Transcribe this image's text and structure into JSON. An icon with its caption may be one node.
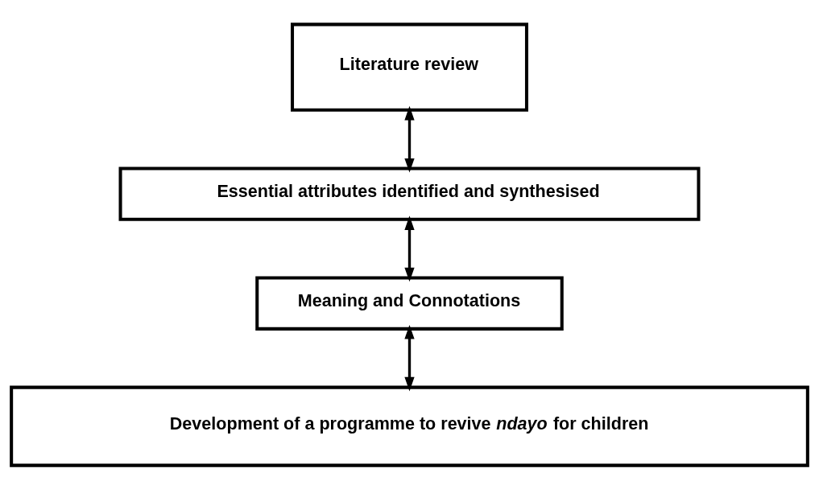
{
  "diagram": {
    "nodes": [
      {
        "text": [
          "Literature review"
        ]
      },
      {
        "text": [
          "Essential attributes identified and synthesised"
        ]
      },
      {
        "text": [
          "Meaning and Connotations"
        ]
      },
      {
        "text": [
          "Development of a programme to revive *ndayo* for children"
        ]
      }
    ],
    "edges": [
      {
        "from": 0,
        "to": 1,
        "arrow": "both"
      },
      {
        "from": 1,
        "to": 2,
        "arrow": "both"
      },
      {
        "from": 2,
        "to": 3,
        "arrow": "both"
      }
    ]
  }
}
